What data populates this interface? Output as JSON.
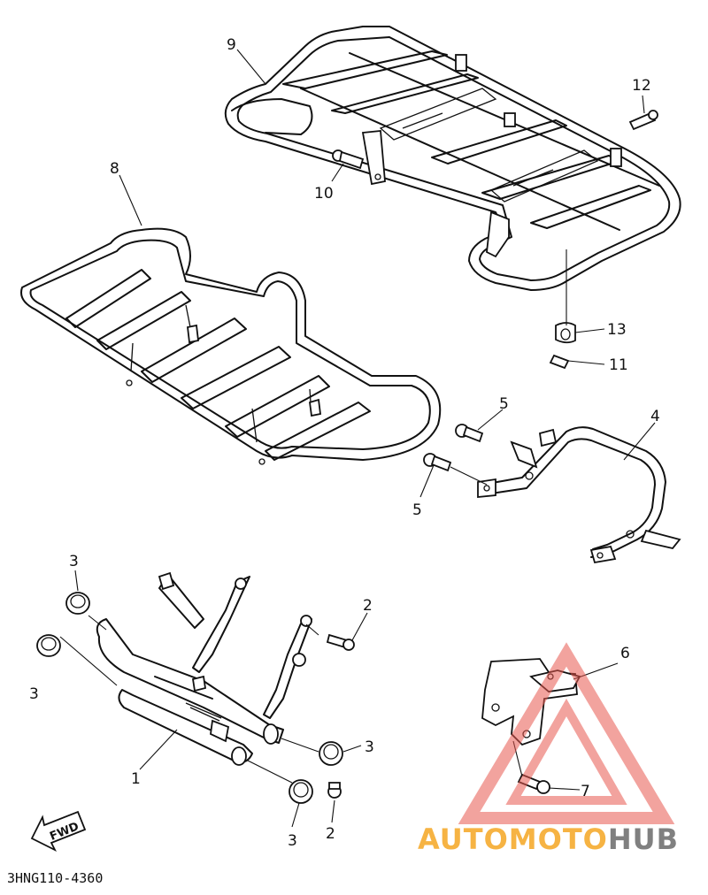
{
  "diagram": {
    "callouts": {
      "c1": "1",
      "c2a": "2",
      "c2b": "2",
      "c3a": "3",
      "c3b": "3",
      "c3c": "3",
      "c3d": "3",
      "c4": "4",
      "c5a": "5",
      "c5b": "5",
      "c6": "6",
      "c7": "7",
      "c8": "8",
      "c9": "9",
      "c10": "10",
      "c11": "11",
      "c12": "12",
      "c13": "13"
    },
    "fwd_label": "FWD",
    "drawing_code": "3HNG110-4360"
  },
  "watermark": {
    "text_part1": "AUTOMOTO",
    "text_part2": "HUB",
    "color_part1": "#f5a623",
    "color_part2": "#6b6b6b",
    "triangle_color": "#e8584f"
  }
}
